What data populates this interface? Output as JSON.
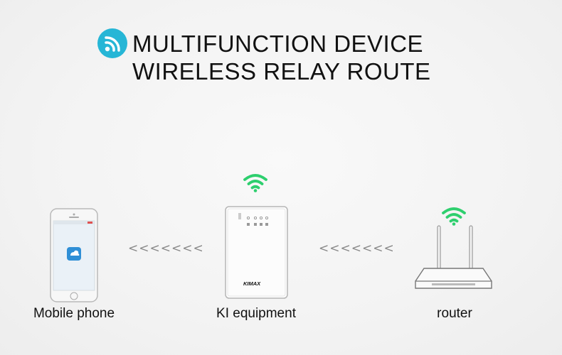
{
  "header": {
    "line1": "MULTIFUNCTION DEVICE",
    "line2": "WIRELESS RELAY ROUTE",
    "badge_icon": "wifi-signal-icon"
  },
  "nodes": [
    {
      "label": "Mobile phone",
      "icon": "smartphone-icon"
    },
    {
      "label": "KI equipment",
      "icon": "relay-device-icon",
      "brand": "KIMAX"
    },
    {
      "label": "router",
      "icon": "router-icon"
    }
  ],
  "connectors": [
    {
      "text": "<<<<<<<"
    },
    {
      "text": "<<<<<<<"
    }
  ],
  "colors": {
    "badge": "#26b6d6",
    "wifi": "#2ecf6e"
  }
}
